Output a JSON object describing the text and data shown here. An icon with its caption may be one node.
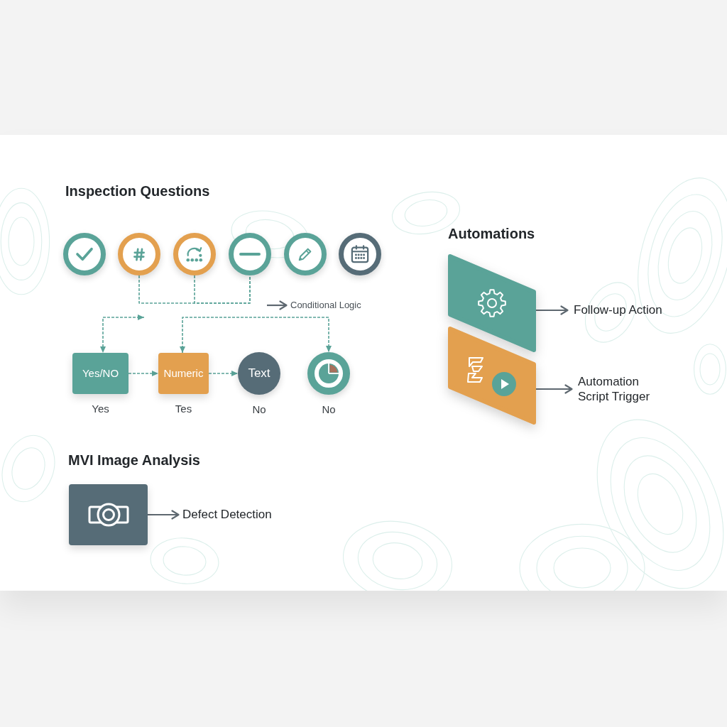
{
  "diagram": {
    "nodes": [
      {
        "text": [],
        "shape": "circle"
      },
      {
        "text": [],
        "shape": "circle"
      },
      {
        "text": [],
        "shape": "circle"
      },
      {
        "text": [],
        "shape": "circle"
      },
      {
        "text": [],
        "shape": "circle"
      },
      {
        "text": [],
        "shape": "circle"
      },
      {
        "text": [
          "Conditional Logic"
        ]
      },
      {
        "text": [
          "Yes/NO"
        ],
        "beside": [
          "Yes"
        ]
      },
      {
        "text": [
          "Numeric"
        ],
        "beside": [
          "Tes"
        ]
      },
      {
        "text": [
          "Text"
        ],
        "beside": [
          "No"
        ]
      },
      {
        "text": [],
        "shape": "circle",
        "beside": [
          "No"
        ]
      },
      {
        "text": [],
        "shape": "box"
      },
      {
        "text": [
          "Defect Detection"
        ]
      },
      {
        "text": [],
        "shape": "box"
      },
      {
        "text": [
          "Follow-up Action"
        ]
      },
      {
        "text": [],
        "shape": "box"
      },
      {
        "text": [
          "Automation Script Trigger"
        ]
      }
    ],
    "edges": [
      {
        "from": 1,
        "to": 3,
        "arrow": "none",
        "style": "dashed"
      },
      {
        "from": 2,
        "to": 3,
        "arrow": "none",
        "style": "dashed"
      },
      {
        "from": null,
        "to": 6,
        "arrow": "to",
        "color": "#5e6870"
      },
      {
        "from": null,
        "to": 7,
        "arrow": "both",
        "style": "dashed"
      },
      {
        "from": 8,
        "to": 10,
        "arrow": "both",
        "style": "dashed"
      },
      {
        "from": 7,
        "to": 8,
        "arrow": "to",
        "style": "dashed"
      },
      {
        "from": 8,
        "to": 9,
        "arrow": "to",
        "style": "dashed"
      },
      {
        "from": 11,
        "to": 12,
        "arrow": "to",
        "color": "#5e6870"
      },
      {
        "from": 13,
        "to": 14,
        "arrow": "to",
        "color": "#5e6870"
      },
      {
        "from": 15,
        "to": 16,
        "arrow": "to",
        "color": "#5e6870"
      }
    ],
    "labels": [
      "Inspection Questions",
      "Automations",
      "MVI Image Analysis"
    ]
  }
}
